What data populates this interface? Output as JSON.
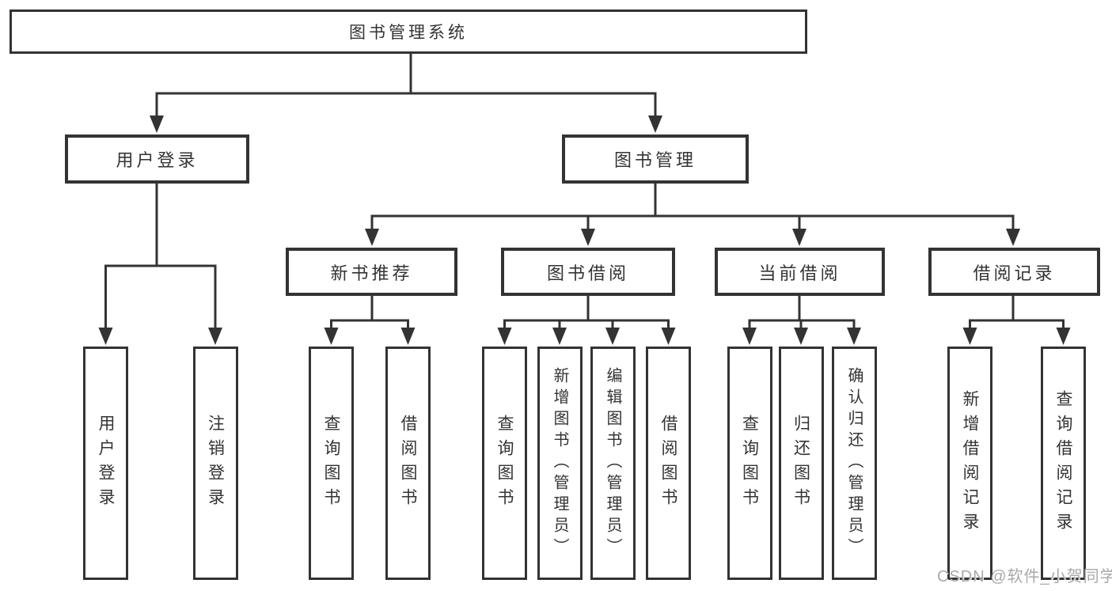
{
  "diagram": {
    "root": {
      "label": "图书管理系统"
    },
    "branches": [
      {
        "label": "用户登录",
        "children": [
          {
            "label": "用户登录"
          },
          {
            "label": "注销登录"
          }
        ]
      },
      {
        "label": "图书管理",
        "children": [
          {
            "label": "新书推荐",
            "children": [
              {
                "label": "查询图书"
              },
              {
                "label": "借阅图书"
              }
            ]
          },
          {
            "label": "图书借阅",
            "children": [
              {
                "label": "查询图书"
              },
              {
                "label": "新增图书（管理员）"
              },
              {
                "label": "编辑图书（管理员）"
              },
              {
                "label": "借阅图书"
              }
            ]
          },
          {
            "label": "当前借阅",
            "children": [
              {
                "label": "查询图书"
              },
              {
                "label": "归还图书"
              },
              {
                "label": "确认归还（管理员）"
              }
            ]
          },
          {
            "label": "借阅记录",
            "children": [
              {
                "label": "新增借阅记录"
              },
              {
                "label": "查询借阅记录"
              }
            ]
          }
        ]
      }
    ]
  },
  "watermark": "CSDN @软件_小贺同学",
  "colors": {
    "line": "#333333",
    "text": "#333333",
    "watermark": "#a9a9a9",
    "background": "#ffffff"
  }
}
